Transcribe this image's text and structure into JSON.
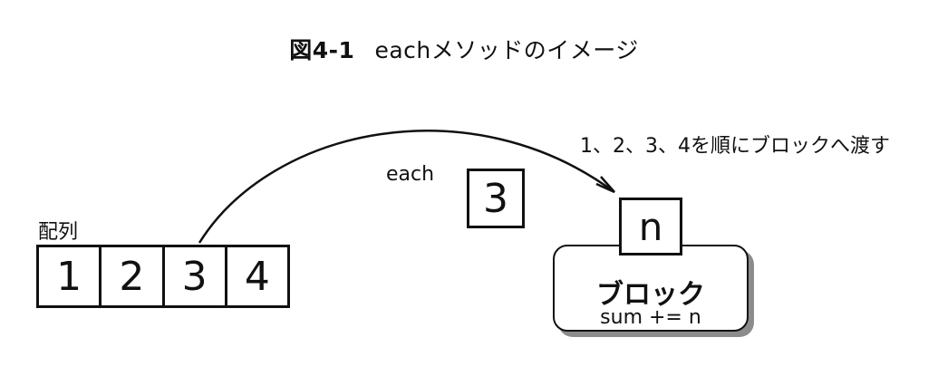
{
  "title": {
    "figure_number": "図4-1",
    "caption": "eachメソッドのイメージ"
  },
  "array": {
    "label": "配列",
    "items": [
      "1",
      "2",
      "3",
      "4"
    ]
  },
  "each_label": "each",
  "passed_value": "3",
  "pass_note": "1、2、3、4を順にブロックへ渡す",
  "block": {
    "param": "n",
    "title": "ブロック",
    "code": "sum += n"
  }
}
